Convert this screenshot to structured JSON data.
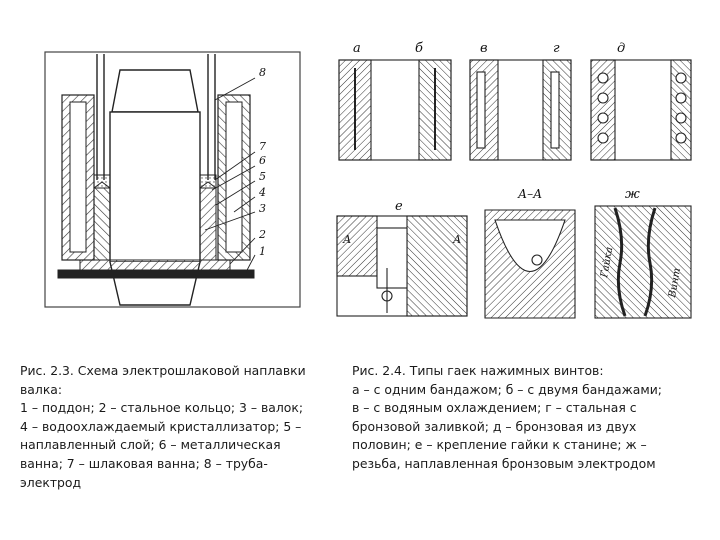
{
  "figure_left": {
    "callouts": [
      "8",
      "7",
      "6",
      "5",
      "4",
      "3",
      "2",
      "1"
    ]
  },
  "figure_right": {
    "panel_labels": {
      "a": "а",
      "b": "б",
      "v": "в",
      "g": "г",
      "d": "д",
      "e": "е",
      "section": "А–А",
      "zh": "ж"
    },
    "section_marks": {
      "left": "А",
      "right": "А"
    },
    "side_labels": {
      "nut": "Гайка",
      "screw": "Винт"
    }
  },
  "caption_left": {
    "lines": [
      "Рис. 2.3. Схема электрошлаковой наплавки",
      "валка:",
      "1 – поддон; 2 – стальное кольцо; 3 – валок;",
      "4 – водоохлаждаемый кристаллизатор; 5 –",
      "наплавленный слой; 6 – металлическая",
      "ванна; 7 – шлаковая ванна; 8 – труба-",
      "электрод"
    ]
  },
  "caption_right": {
    "lines": [
      "Рис. 2.4. Типы гаек нажимных винтов:",
      "а – с одним бандажом; б – с двумя бандажами;",
      "в – с водяным охлаждением; г – стальная с",
      "бронзовой заливкой; д – бронзовая из двух",
      "половин; е – крепление гайки к станине; ж –",
      "резьба, наплавленная бронзовым электродом"
    ]
  }
}
